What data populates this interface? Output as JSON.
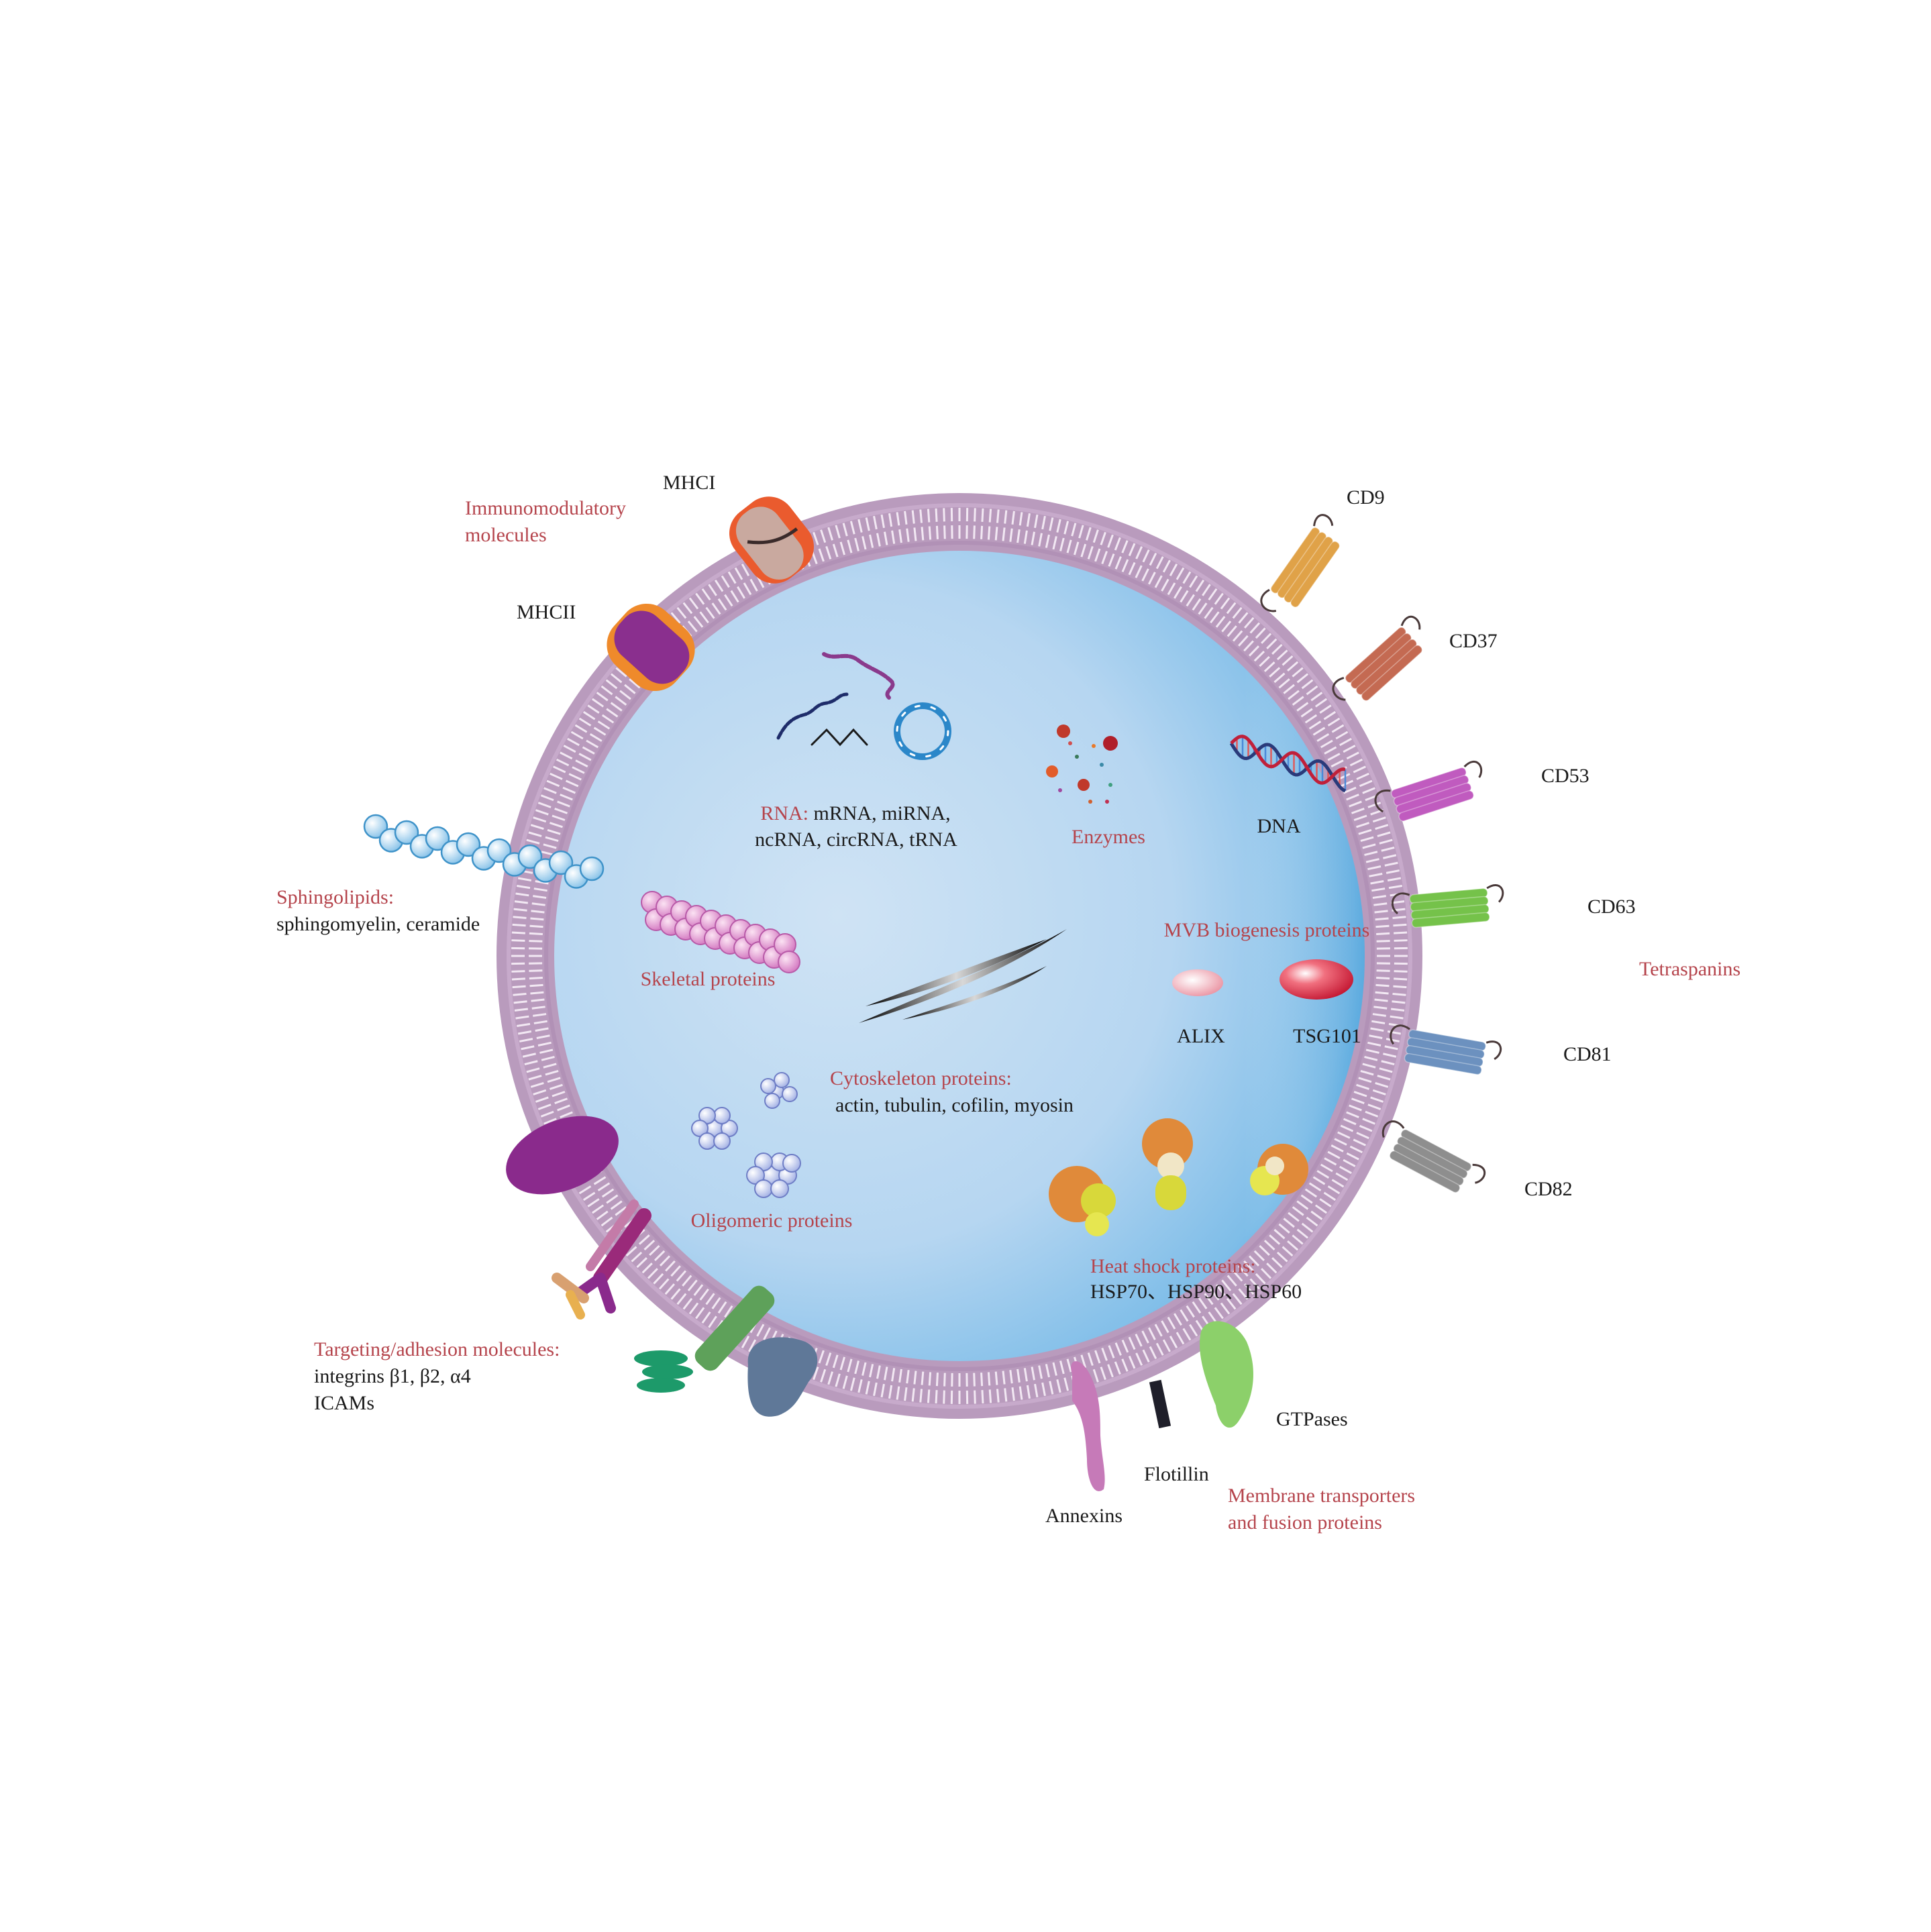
{
  "colors": {
    "background": "#ffffff",
    "lumen_light": "#cfe3f4",
    "lumen_mid": "#a9cfee",
    "lumen_dark": "#3aa0dc",
    "membrane": "#b99bbd",
    "label_red": "#b5444c",
    "label_black": "#1a1a1a"
  },
  "labels": {
    "mhc1": "MHCI",
    "mhc2": "MHCII",
    "immuno_1": "Immunomodulatory",
    "immuno_2": "molecules",
    "cd9": "CD9",
    "cd37": "CD37",
    "cd53": "CD53",
    "cd63": "CD63",
    "cd81": "CD81",
    "cd82": "CD82",
    "tetraspanins": "Tetraspanins",
    "sphingo_title": "Sphingolipids:",
    "sphingo_items": "sphingomyelin, ceramide",
    "rna_1_prefix": "RNA:",
    "rna_1_rest": " mRNA, miRNA,",
    "rna_2": "ncRNA, circRNA, tRNA",
    "enzymes": "Enzymes",
    "dna": "DNA",
    "skeletal": "Skeletal proteins",
    "mvb": "MVB biogenesis proteins",
    "alix": "ALIX",
    "tsg101": "TSG101",
    "cyto_title": "Cytoskeleton proteins:",
    "cyto_items": "actin, tubulin, cofilin, myosin",
    "oligo": "Oligomeric proteins",
    "hsp_title": "Heat shock proteins:",
    "hsp_items": "HSP70、HSP90、HSP60",
    "target_title": "Targeting/adhesion molecules:",
    "target_items": "integrins β1, β2, α4",
    "icams": "ICAMs",
    "gtpases": "GTPases",
    "flotillin": "Flotillin",
    "annexins": "Annexins",
    "membrane_1": "Membrane transporters",
    "membrane_2": "and fusion proteins"
  }
}
